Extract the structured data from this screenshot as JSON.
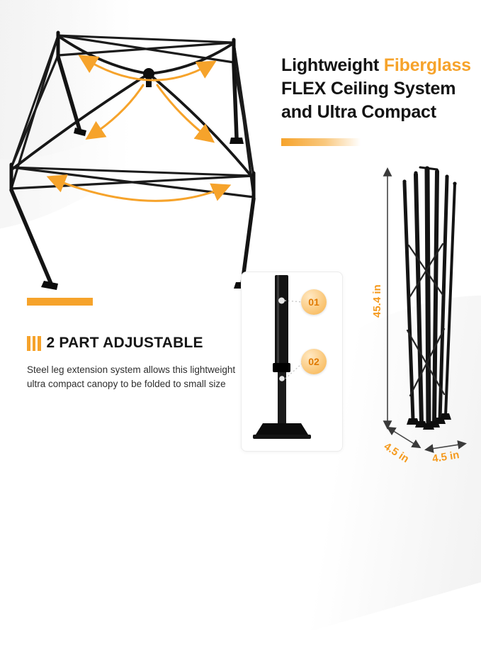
{
  "headline": {
    "part1": "Lightweight ",
    "highlight": "Fiberglass",
    "line2": "FLEX Ceiling System",
    "line3": "and Ultra Compact"
  },
  "feature": {
    "title": "2 PART ADJUSTABLE",
    "description_line1": "Steel leg extension system allows this lightweight",
    "description_line2": "ultra compact canopy to be folded to small size"
  },
  "callouts": {
    "first": "01",
    "second": "02"
  },
  "dimensions": {
    "height": "45.4 in",
    "base_depth": "4.5 in",
    "base_width": "4.5 in"
  },
  "icons": {
    "bars": "adjustable-bars-icon",
    "flex_arrows": "flex-arrow-icon",
    "dimension_arrows": "dimension-arrow-icon"
  },
  "colors": {
    "accent": "#F6A32B",
    "text": "#1c1c1c",
    "frame": "#1b1b1b"
  }
}
